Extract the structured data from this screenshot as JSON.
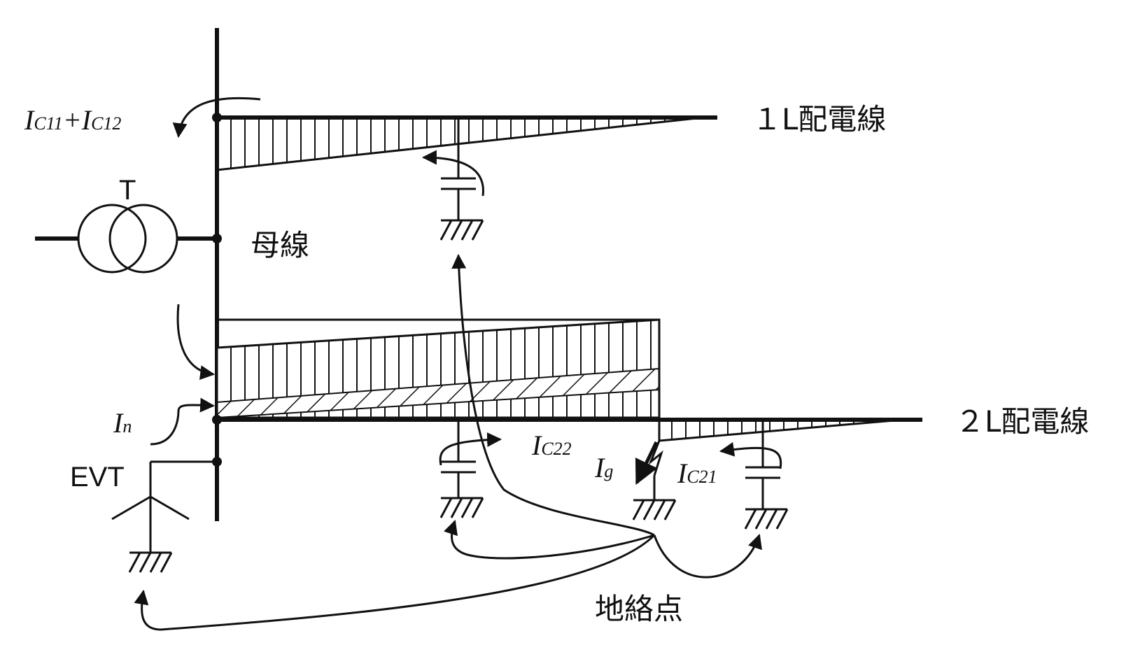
{
  "labels": {
    "feeder1": "１L配電線",
    "feeder2": "２L配電線",
    "bus": "母線",
    "transformer": "T",
    "evt": "EVT",
    "fault_point": "地絡点"
  },
  "currents": {
    "ic11_main": "I",
    "ic11_sub": "C11",
    "plus": "+",
    "ic12_main": "I",
    "ic12_sub": "C12",
    "in_main": "I",
    "in_sub": "n",
    "ic22_main": "I",
    "ic22_sub": "C22",
    "ig_main": "I",
    "ig_sub": "g",
    "ic21_main": "I",
    "ic21_sub": "C21"
  },
  "colors": {
    "line": "#111111",
    "background": "#ffffff"
  }
}
